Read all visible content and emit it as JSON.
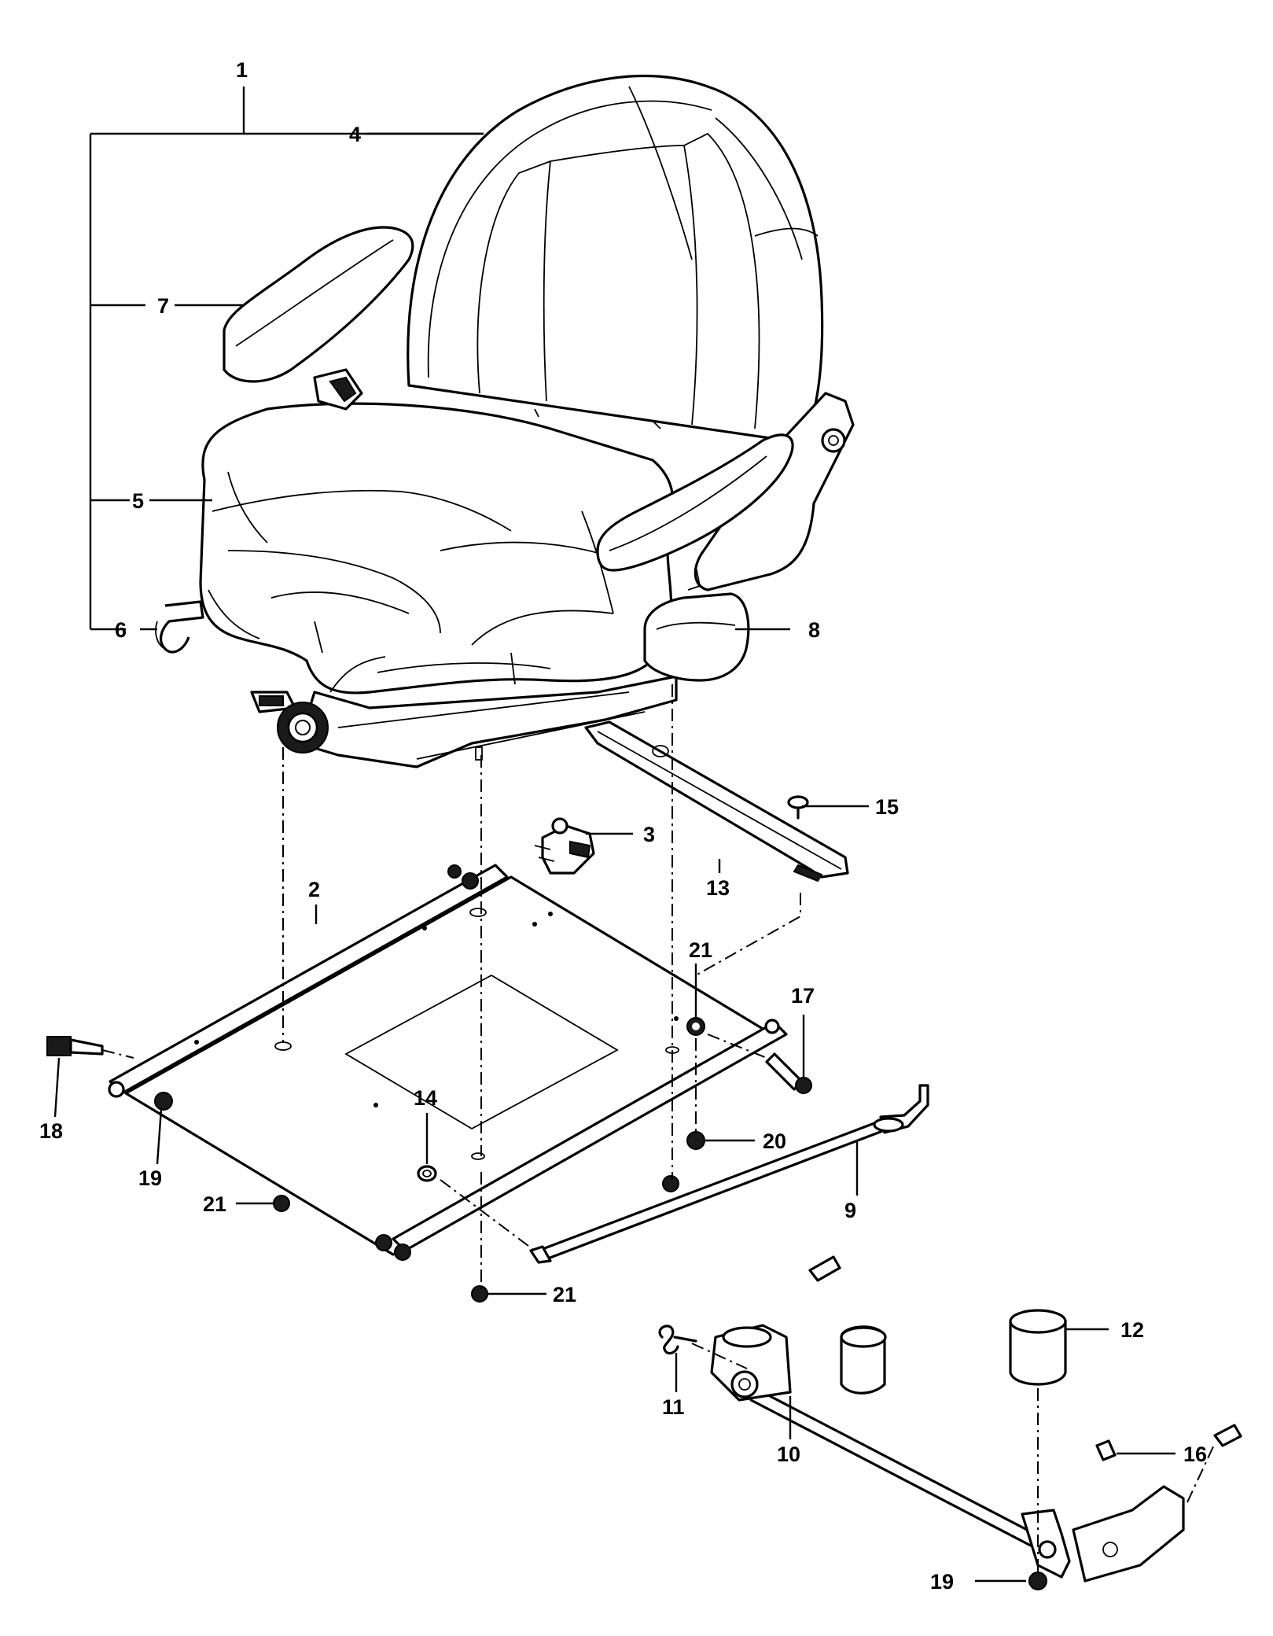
{
  "diagram": {
    "callouts": [
      "1",
      "2",
      "3",
      "4",
      "5",
      "6",
      "7",
      "8",
      "9",
      "10",
      "11",
      "12",
      "13",
      "14",
      "15",
      "16",
      "17",
      "18",
      "19",
      "19",
      "20",
      "21",
      "21",
      "21"
    ],
    "components": [
      "seat-assembly",
      "seat-mounting-plate",
      "seat-switch",
      "seat-back",
      "seat-cushion",
      "adjust-lever",
      "left-armrest",
      "right-armrest",
      "linkage-rod",
      "pivot-shaft",
      "torsion-spring",
      "bumper",
      "seat-bracket",
      "washer",
      "rivet",
      "flange-bolt",
      "shoulder-bolt",
      "bolt",
      "flange-nut",
      "flange-nut",
      "lock-nut",
      "nut",
      "nut",
      "nut"
    ]
  }
}
